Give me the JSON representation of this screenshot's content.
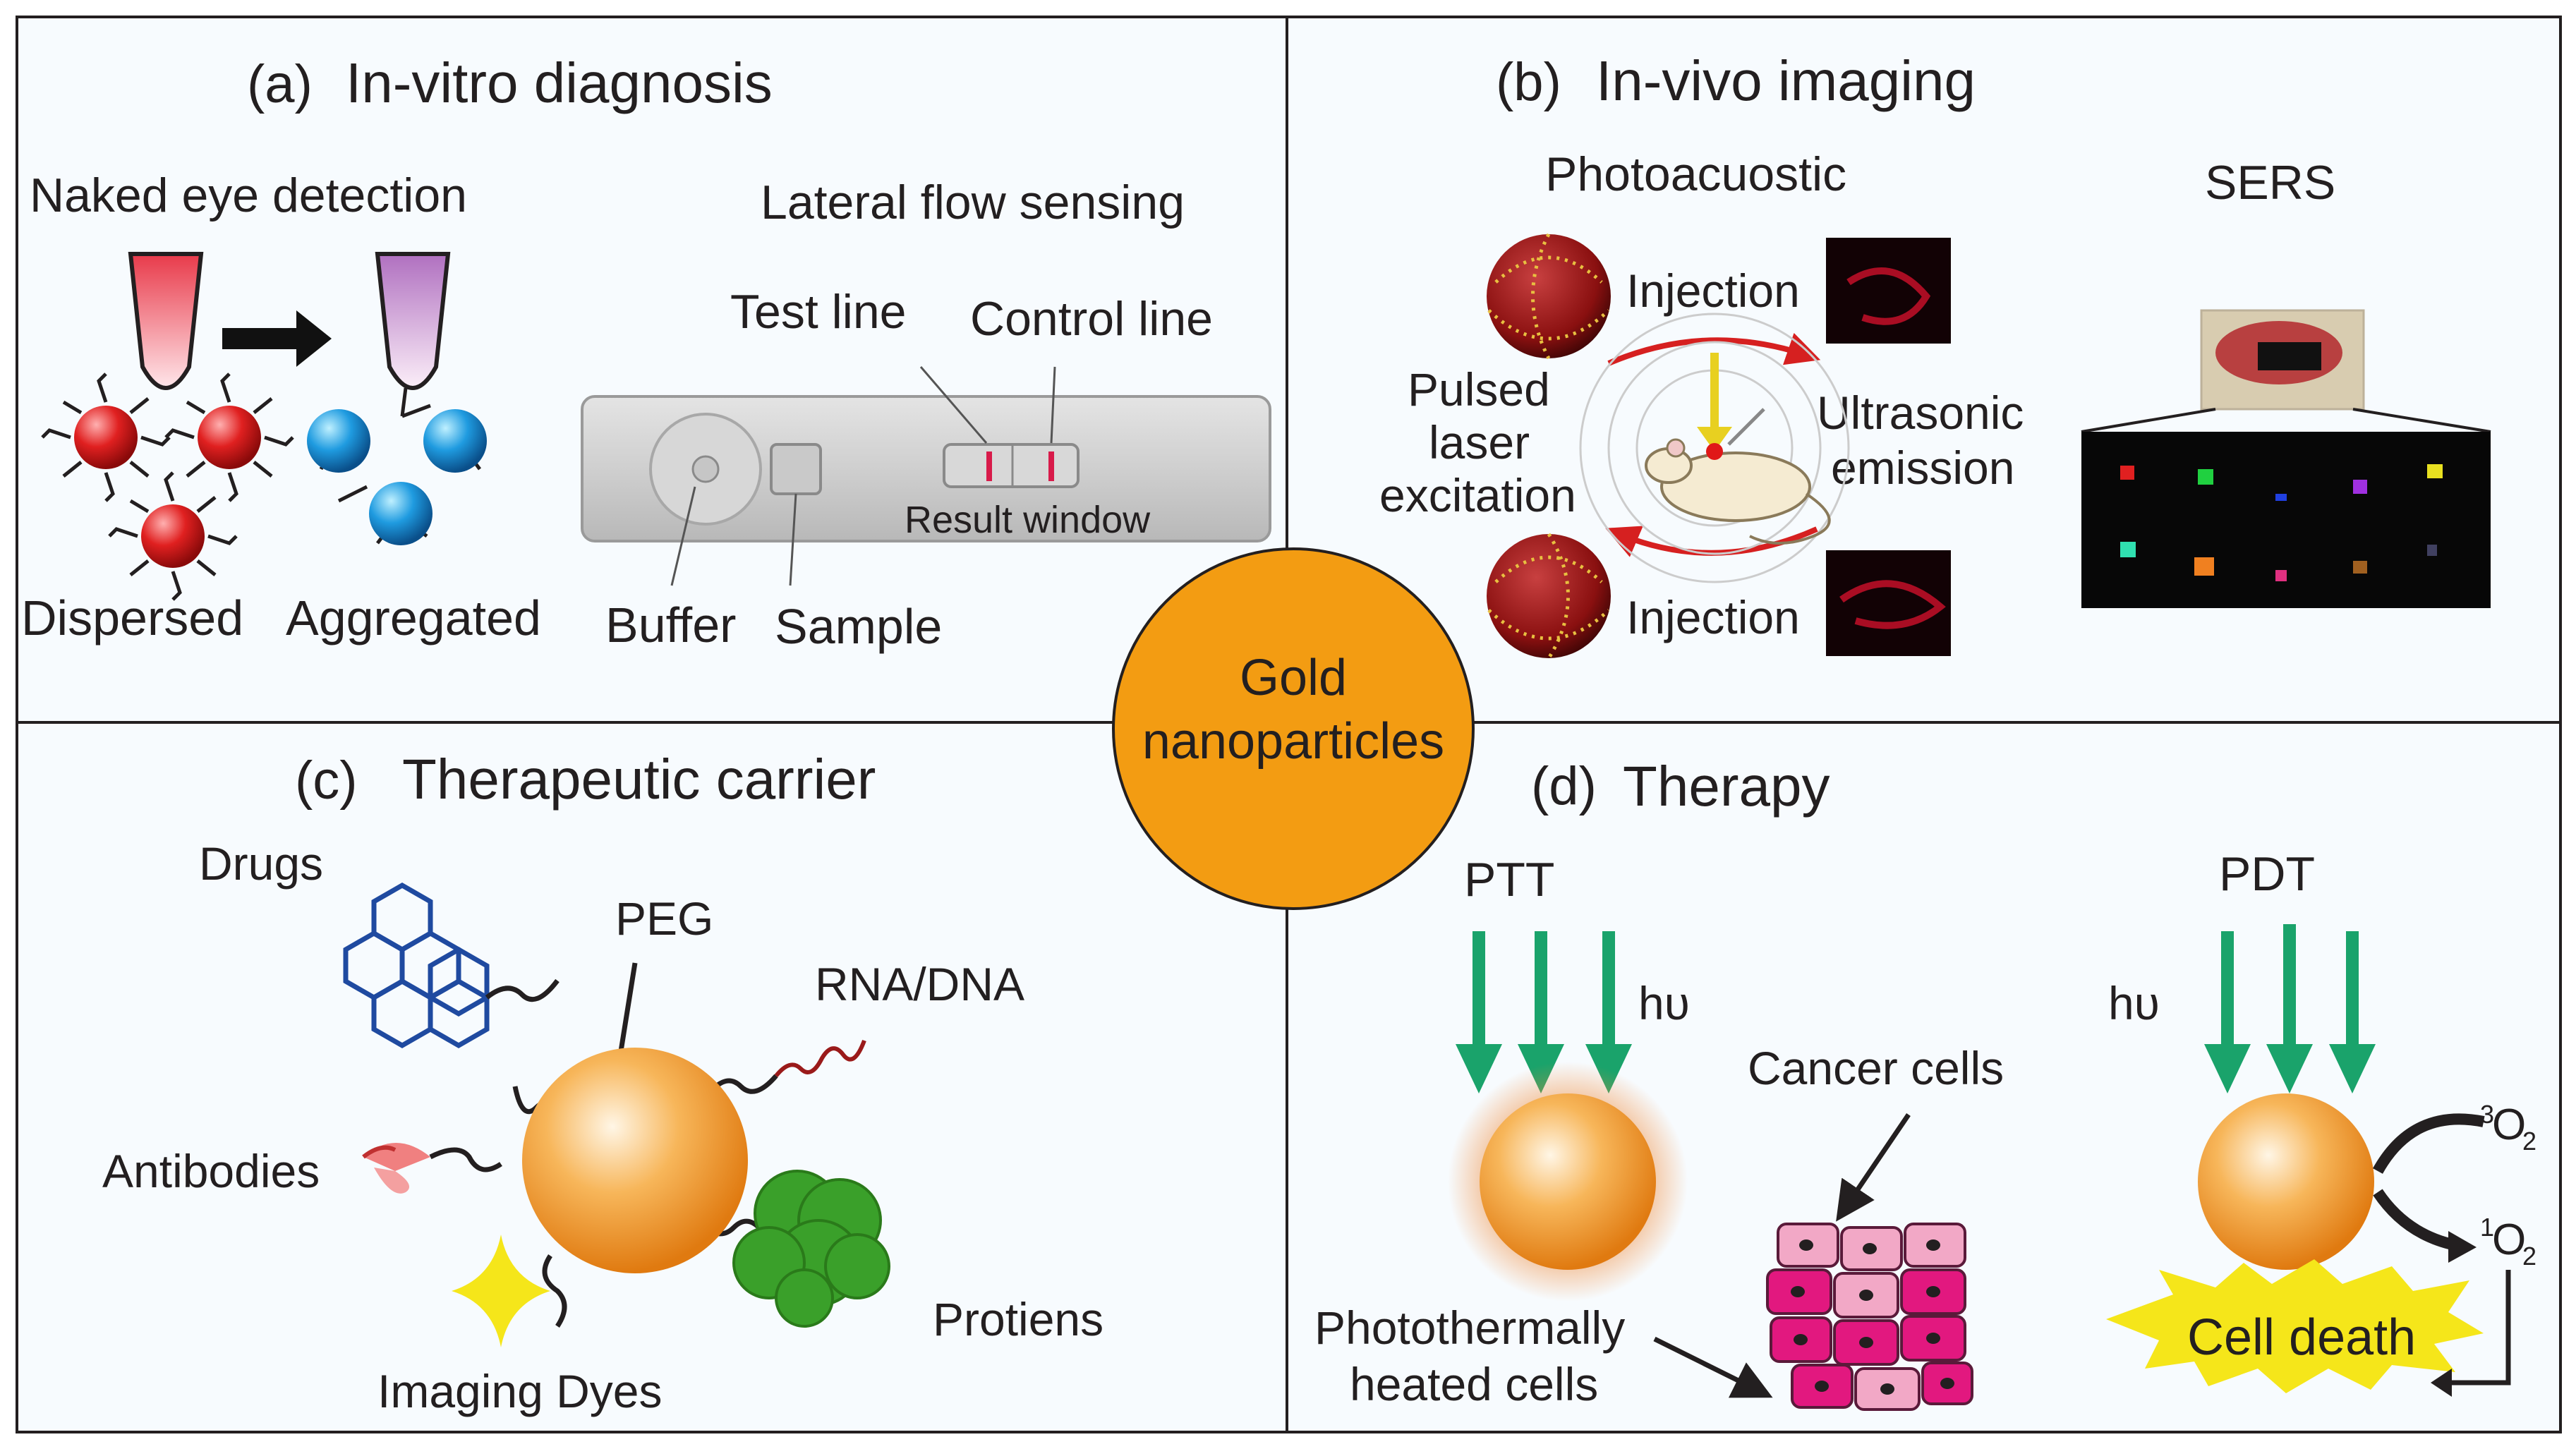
{
  "center": {
    "line1": "Gold",
    "line2": "nanoparticles"
  },
  "panel_a": {
    "label": "(a)",
    "title": "In-vitro diagnosis",
    "naked_eye": "Naked eye detection",
    "lateral_flow": "Lateral flow sensing",
    "test_line": "Test line",
    "control_line": "Control line",
    "result_window": "Result window",
    "dispersed": "Dispersed",
    "aggregated": "Aggregated",
    "buffer": "Buffer",
    "sample": "Sample"
  },
  "panel_b": {
    "label": "(b)",
    "title": "In-vivo imaging",
    "photoacoustic": "Photoacuostic",
    "sers": "SERS",
    "injection_top": "Injection",
    "injection_bottom": "Injection",
    "pulsed1": "Pulsed",
    "pulsed2": "laser",
    "pulsed3": "excitation",
    "ultra1": "Ultrasonic",
    "ultra2": "emission"
  },
  "panel_c": {
    "label": "(c)",
    "title": "Therapeutic carrier",
    "drugs": "Drugs",
    "peg": "PEG",
    "rna": "RNA/DNA",
    "antibodies": "Antibodies",
    "proteins": "Protiens",
    "dyes": "Imaging Dyes"
  },
  "panel_d": {
    "label": "(d)",
    "title": "Therapy",
    "ptt": "PTT",
    "pdt": "PDT",
    "hv_left": "hυ",
    "hv_right": "hυ",
    "cancer": "Cancer cells",
    "photo1": "Photothermally",
    "photo2": "heated cells",
    "cell_death": "Cell death",
    "o2_triplet_sup": "3",
    "o2_triplet": "O",
    "o2_singlet_sup": "1",
    "o2_singlet": "O",
    "o2_sub": "2"
  },
  "colors": {
    "gold": "#f39c12",
    "panel_bg": "#f7fbfe",
    "arrow_green": "#1aa36b",
    "cancer_cell": "#e2187f",
    "red_particle": "#e02020",
    "blue_particle": "#1f9be0"
  }
}
